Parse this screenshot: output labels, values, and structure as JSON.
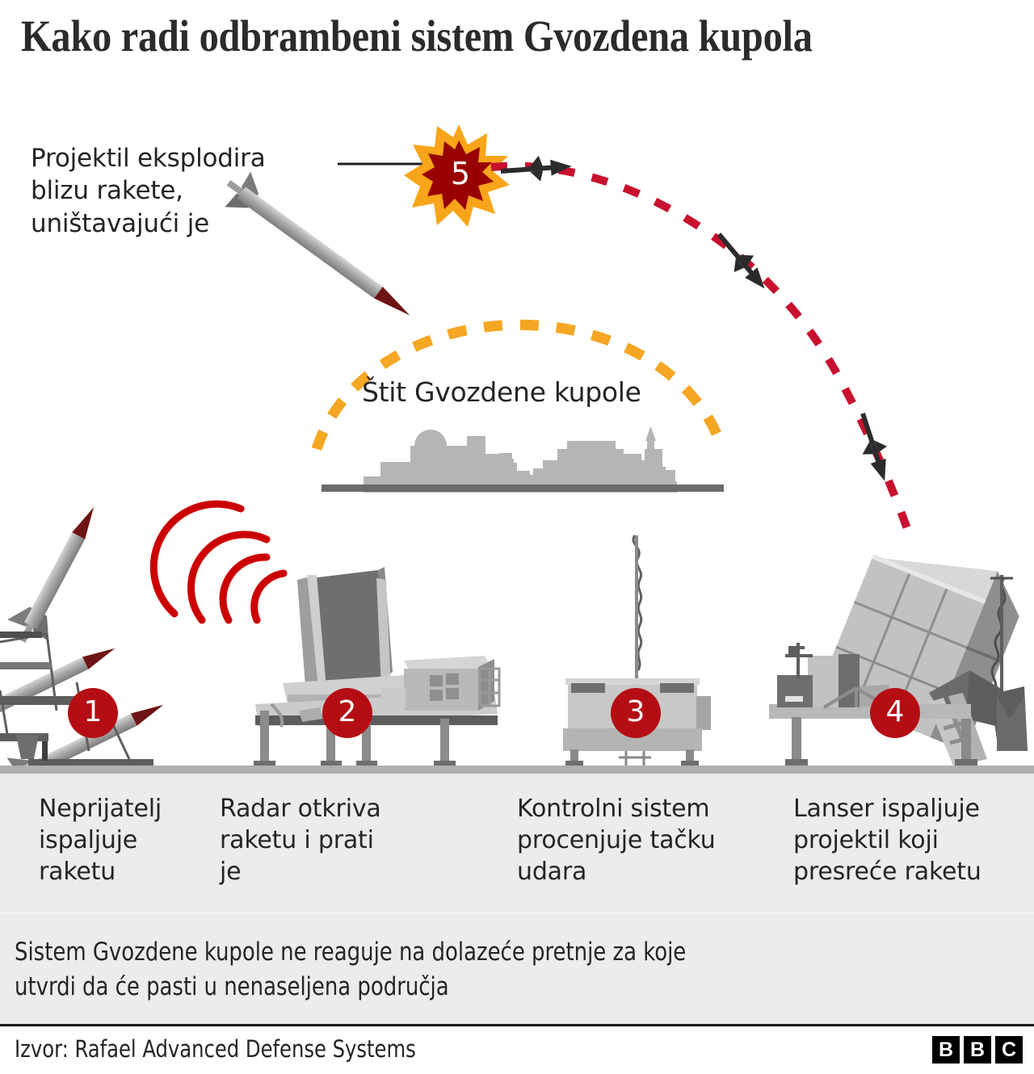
{
  "title": "Kako radi odbrambeni sistem Gvozdena kupola",
  "annotation": "Projektil eksplodira\nblizu rakete,\nuništavajući je",
  "shield_label": "Štit Gvozdene kupole",
  "explosion_number": "5",
  "steps": [
    {
      "number": "1",
      "caption": "Neprijatelj\nispaljuje\nraketu"
    },
    {
      "number": "2",
      "caption": "Radar otkriva\nraketu i prati\nje"
    },
    {
      "number": "3",
      "caption": "Kontrolni sistem\nprocenjuje tačku\nudara"
    },
    {
      "number": "4",
      "caption": "Lanser ispaljuje\nprojektil koji\npresreće raketu"
    }
  ],
  "footnote": "Sistem Gvozdene kupole ne reaguje na dolazeće pretnje za koje\nutvrdi da će pasti u nenaseljena područja",
  "source": "Izvor: Rafael Advanced Defense Systems",
  "logo": {
    "b1": "B",
    "b2": "B",
    "c": "C"
  },
  "colors": {
    "accent_red": "#b50d14",
    "trajectory_red": "#c8102e",
    "dome_orange": "#f5a623",
    "explosion_orange": "#f9a51a",
    "explosion_core": "#990000",
    "band_grey": "#ececec",
    "ground_grey": "#b0b0b0",
    "metal_light": "#c9c9c9",
    "metal_mid": "#9a9a9a",
    "metal_dark": "#6b6b6b",
    "rocket_nose": "#6e1414",
    "missile_black": "#2b2b2b",
    "text": "#242424"
  }
}
